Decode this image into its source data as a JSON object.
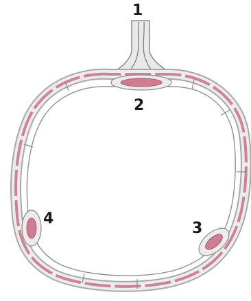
{
  "labels": {
    "l1": "1",
    "l2": "2",
    "l3": "3",
    "l4": "4"
  },
  "colors": {
    "membrane": "#b9b9b9",
    "membrane_fill": "#ececec",
    "lumen": "#c97a8f",
    "nucleus": "#c05576",
    "outline": "#7d7d7d"
  }
}
